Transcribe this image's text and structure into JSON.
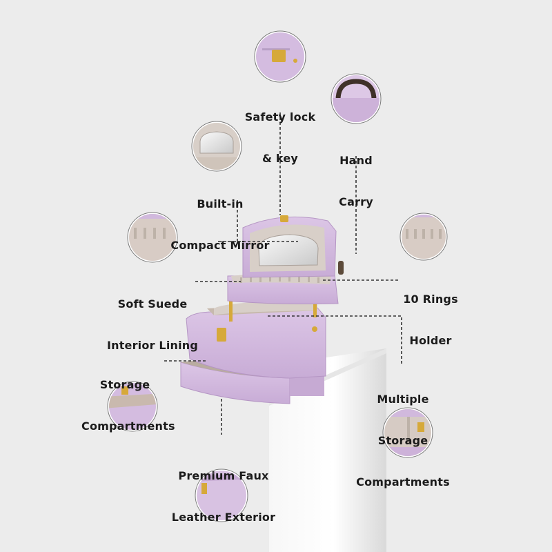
{
  "features": [
    {
      "id": "safety-lock",
      "lines": [
        "Safety lock",
        "& key"
      ]
    },
    {
      "id": "hand-carry",
      "lines": [
        "Hand",
        "Carry"
      ]
    },
    {
      "id": "mirror",
      "lines": [
        "Built-in",
        "Compact Mirror"
      ]
    },
    {
      "id": "suede",
      "lines": [
        "Soft Suede",
        "Interior Lining"
      ]
    },
    {
      "id": "rings",
      "lines": [
        "10 Rings",
        "Holder"
      ]
    },
    {
      "id": "storage",
      "lines": [
        "Storage",
        "Compartments"
      ]
    },
    {
      "id": "multiple-storage",
      "lines": [
        "Multiple",
        "Storage",
        "Compartments"
      ]
    },
    {
      "id": "leather",
      "lines": [
        "Premium Faux",
        "Leather Exterior"
      ]
    }
  ],
  "colors": {
    "background": "#ececec",
    "box_lilac": "#d9c2e3",
    "box_lilac_dark": "#c4a8d2",
    "lining_beige": "#d8cfc8",
    "gold": "#d6a93a",
    "pedestal": "#ffffff"
  }
}
